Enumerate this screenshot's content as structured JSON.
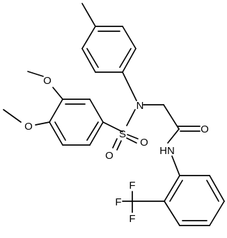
{
  "structure": {
    "atom_labels": {
      "o_methoxy_upper": "O",
      "o_methoxy_lower": "O",
      "nitrogen": "N",
      "sulfur": "S",
      "o_sulfonyl_right": "O",
      "o_sulfonyl_lower": "O",
      "o_carbonyl": "O",
      "nh_amide": "HN",
      "f_top": "F",
      "f_left": "F",
      "f_bottom": "F"
    },
    "colors": {
      "bond": "#000000",
      "label": "#000000",
      "background": "#ffffff"
    }
  }
}
